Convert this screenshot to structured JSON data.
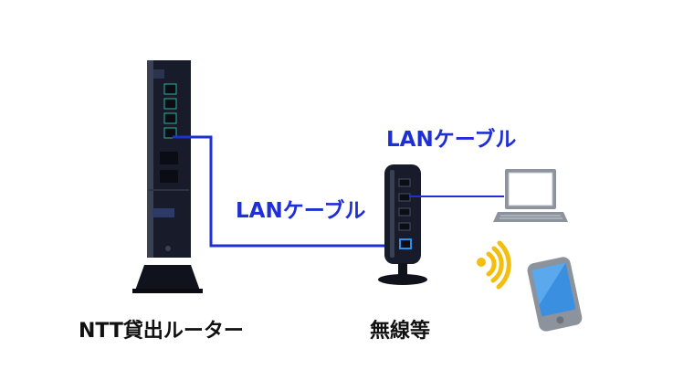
{
  "devices": {
    "ntt_router": {
      "label": "NTT貸出ルーター"
    },
    "wireless_router": {
      "label": "無線等"
    }
  },
  "cables": {
    "upper_label": "LANケーブル",
    "lower_label": "LANケーブル",
    "color": "#1f2fd6"
  },
  "colors": {
    "device_body": "#171b2a",
    "laptop_body": "#9aa0aa",
    "phone_screen": "#3a8fe0",
    "wifi_waves": "#f2bf10"
  }
}
